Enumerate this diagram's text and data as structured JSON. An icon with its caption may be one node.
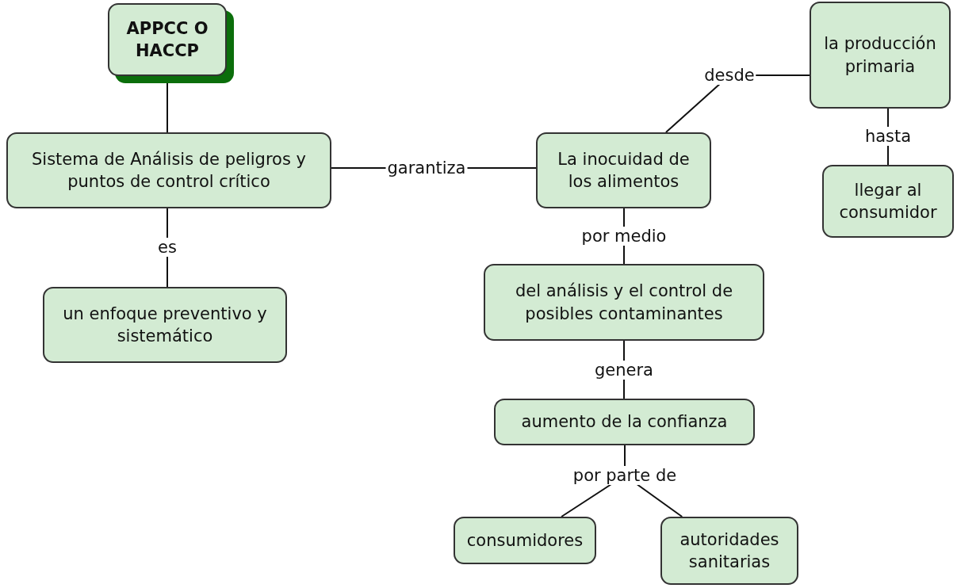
{
  "diagram": {
    "nodes": [
      {
        "text": [
          "APPCC O HACCP"
        ]
      },
      {
        "text": [
          "Sistema de Análisis de peligros y puntos de control crítico"
        ]
      },
      {
        "text": [
          "un enfoque preventivo y sistemático"
        ]
      },
      {
        "text": [
          "La inocuidad de los alimentos"
        ]
      },
      {
        "text": [
          "la producción primaria"
        ]
      },
      {
        "text": [
          "llegar al consumidor"
        ]
      },
      {
        "text": [
          "del análisis y el control de posibles contaminantes"
        ]
      },
      {
        "text": [
          "aumento de la confianza"
        ]
      },
      {
        "text": [
          "consumidores"
        ]
      },
      {
        "text": [
          "autoridades sanitarias"
        ]
      }
    ],
    "edges": [
      {
        "from": 0,
        "to": 1,
        "arrow": "none"
      },
      {
        "from": 1,
        "to": 2,
        "label": "es",
        "arrow": "none"
      },
      {
        "from": 1,
        "to": 3,
        "label": "garantiza",
        "arrow": "none"
      },
      {
        "from": 3,
        "to": 4,
        "label": "desde",
        "arrow": "none"
      },
      {
        "from": 4,
        "to": 5,
        "label": "hasta",
        "arrow": "none"
      },
      {
        "from": 3,
        "to": 6,
        "label": "por medio",
        "arrow": "none"
      },
      {
        "from": 6,
        "to": 7,
        "label": "genera",
        "arrow": "none"
      },
      {
        "from": 7,
        "to": 8,
        "label": "por parte de",
        "arrow": "none"
      },
      {
        "from": 7,
        "to": 9,
        "arrow": "none"
      }
    ]
  }
}
